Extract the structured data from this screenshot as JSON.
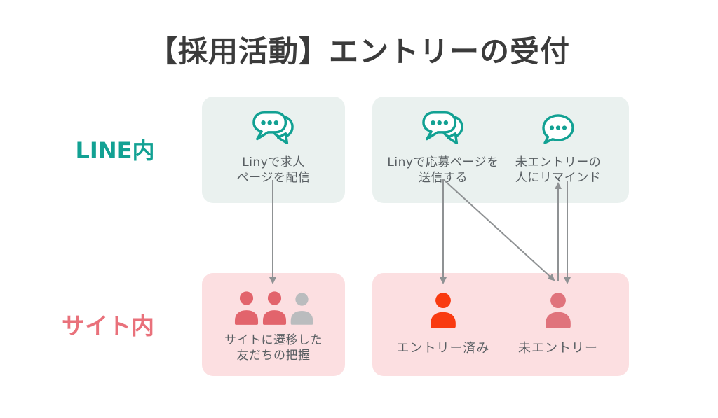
{
  "title": "【採用活動】エントリーの受付",
  "row_labels": {
    "line": "LINE内",
    "site": "サイト内"
  },
  "cards": {
    "broadcast": {
      "line1": "Linyで求人",
      "line2": "ページを配信",
      "icon": "double-chat-bubble-icon"
    },
    "send": {
      "line1": "Linyで応募ページを",
      "line2": "送信する",
      "icon": "double-chat-bubble-icon"
    },
    "remind": {
      "line1": "未エントリーの",
      "line2": "人にリマインド",
      "icon": "chat-bubble-icon"
    },
    "site_friends": {
      "line1": "サイトに遷移した",
      "line2": "友だちの把握",
      "icon": "people-group-icon"
    },
    "entered": {
      "label": "エントリー済み",
      "icon": "person-icon"
    },
    "not_entered": {
      "label": "未エントリー",
      "icon": "person-icon"
    }
  },
  "arrows": [
    {
      "from": "broadcast",
      "to": "site_friends",
      "direction": "down"
    },
    {
      "from": "send",
      "to": "entered",
      "direction": "down"
    },
    {
      "from": "send",
      "to": "not_entered",
      "direction": "down"
    },
    {
      "from": "not_entered",
      "to": "remind",
      "direction": "up"
    },
    {
      "from": "remind",
      "to": "not_entered",
      "direction": "down"
    }
  ],
  "colors": {
    "teal": "#12a193",
    "teal_card_bg": "#eaf1ef",
    "pink_card_bg": "#fcdfe1",
    "site_label": "#e9717b",
    "title_text": "#3b3b3b",
    "body_text": "#585e62",
    "person_salmon": "#e2646c",
    "person_gray": "#babcbe",
    "person_entered": "#f93a10",
    "person_not_entered": "#e0737c",
    "arrow_gray": "#8f9294"
  }
}
